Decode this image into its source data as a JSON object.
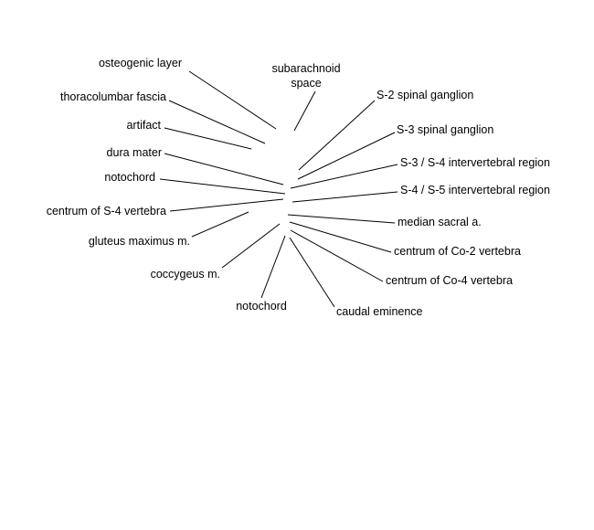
{
  "labels": {
    "osteogenic_layer": "osteogenic layer",
    "thoracolumbar_fascia": "thoracolumbar fascia",
    "artifact": "artifact",
    "dura_mater": "dura mater",
    "notochord_upper": "notochord",
    "centrum_s4": "centrum of S-4 vertebra",
    "gluteus_maximus": "gluteus maximus m.",
    "coccygeus": "coccygeus m.",
    "notochord_lower": "notochord",
    "subarachnoid_line1": "subarachnoid",
    "subarachnoid_line2": "space",
    "s2_ganglion": "S-2 spinal ganglion",
    "s3_ganglion": "S-3 spinal ganglion",
    "s3_s4_region": "S-3 / S-4 intervertebral region",
    "s4_s5_region": "S-4 / S-5 intervertebral region",
    "median_sacral": "median sacral a.",
    "centrum_co2": "centrum of Co-2 vertebra",
    "centrum_co4": "centrum of Co-4 vertebra",
    "caudal_eminence": "caudal eminence"
  }
}
